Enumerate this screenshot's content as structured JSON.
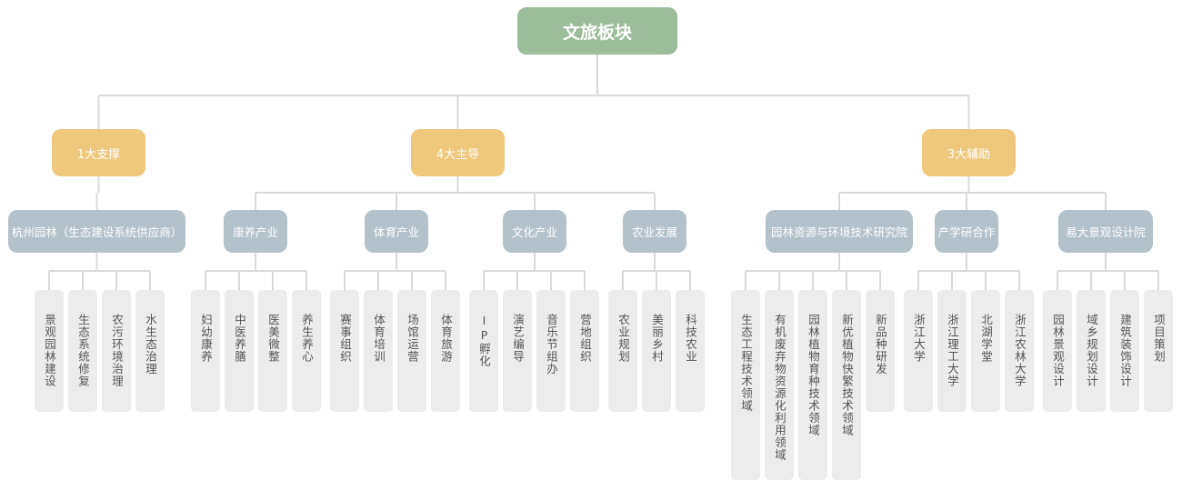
{
  "root": "文旅板块",
  "colors": {
    "root": "#9cbc9c",
    "level1": "#efc77d",
    "level2": "#b3c1ca",
    "leaf": "#ececec",
    "connector": "#d9d9d9"
  },
  "groups": [
    {
      "label": "1大支撑",
      "children": [
        {
          "label": "杭州园林（生态建设系统供应商）",
          "items": [
            "景观园林建设",
            "生态系统修复",
            "农污环境治理",
            "水生态治理"
          ]
        }
      ]
    },
    {
      "label": "4大主导",
      "children": [
        {
          "label": "康养产业",
          "items": [
            "妇幼康养",
            "中医养膳",
            "医美微整",
            "养生养心"
          ]
        },
        {
          "label": "体育产业",
          "items": [
            "赛事组织",
            "体育培训",
            "场馆运营",
            "体育旅游"
          ]
        },
        {
          "label": "文化产业",
          "items": [
            "IP孵化",
            "演艺编导",
            "音乐节组办",
            "营地组织"
          ]
        },
        {
          "label": "农业发展",
          "items": [
            "农业规划",
            "美丽乡村",
            "科技农业"
          ]
        }
      ]
    },
    {
      "label": "3大辅助",
      "children": [
        {
          "label": "园林资源与环境技术研究院",
          "items": [
            "生态工程技术领域",
            "有机废弃物资源化利用领域",
            "园林植物育种技术领域",
            "新优植物快繁技术领域",
            "新品种研发"
          ]
        },
        {
          "label": "产学研合作",
          "items": [
            "浙江大学",
            "浙江理工大学",
            "北湖学堂",
            "浙江农林大学"
          ]
        },
        {
          "label": "易大景观设计院",
          "items": [
            "园林景观设计",
            "域乡规划设计",
            "建筑装饰设计",
            "项目策划"
          ]
        }
      ]
    }
  ]
}
